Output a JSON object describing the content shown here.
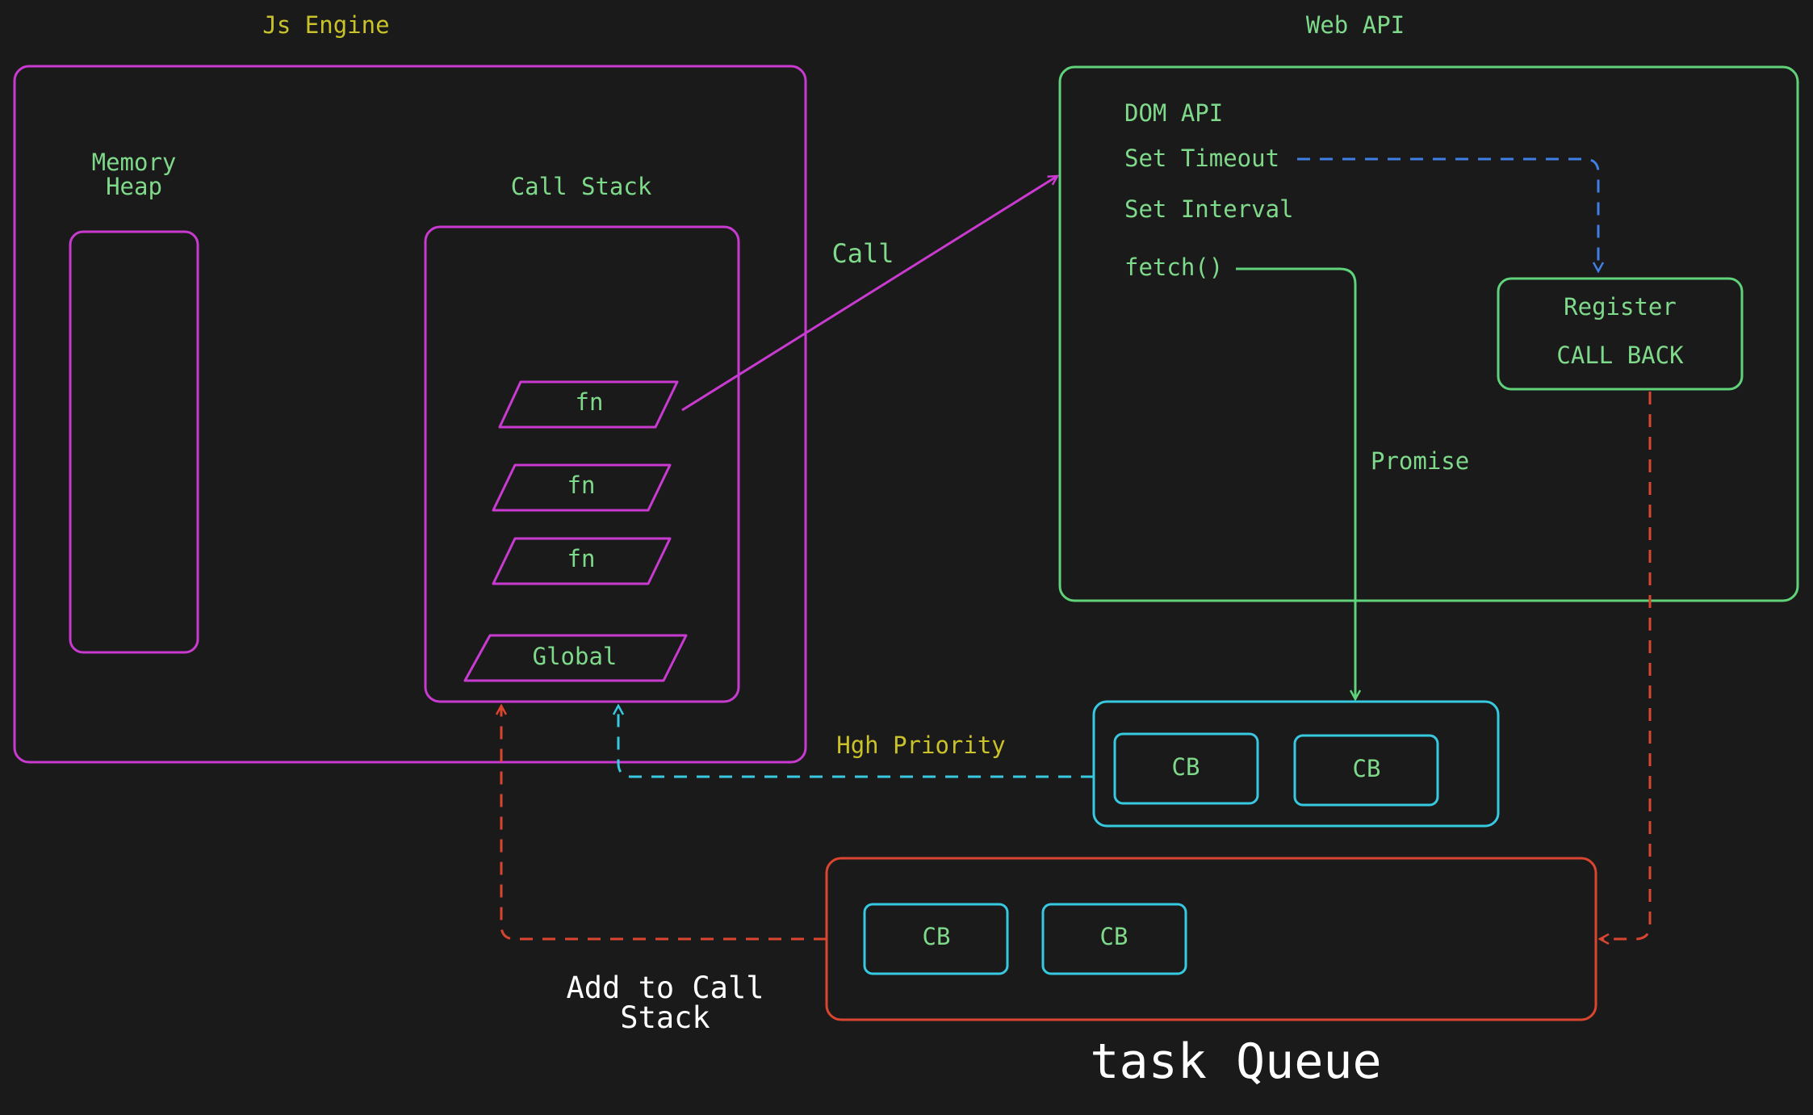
{
  "colors": {
    "background": "#1a1a1a",
    "engine_border": "#c93bd0",
    "webapi_border": "#5fd27a",
    "text_green": "#7fd98a",
    "text_yellow": "#c9c22a",
    "microtask_border": "#36c9e0",
    "taskqueue_border": "#d9452f",
    "setTimeout_arrow": "#3f7fe6",
    "white_text": "#ffffff"
  },
  "js_engine": {
    "title": "Js Engine",
    "memory_heap": {
      "label_line1": "Memory",
      "label_line2": "Heap"
    },
    "call_stack": {
      "label": "Call Stack",
      "frames": [
        "fn",
        "fn",
        "fn",
        "Global"
      ]
    }
  },
  "web_api": {
    "title": "Web API",
    "items": [
      "DOM API",
      "Set Timeout",
      "Set Interval",
      "fetch()"
    ],
    "register": {
      "line1": "Register",
      "line2": "CALL BACK"
    }
  },
  "call_label": "Call",
  "promise_label": "Promise",
  "high_priority_label": "Hgh Priority",
  "microtask_queue": {
    "items": [
      "CB",
      "CB"
    ]
  },
  "task_queue": {
    "title": "task Queue",
    "items": [
      "CB",
      "CB"
    ]
  },
  "add_to_call_stack": {
    "line1": "Add to Call",
    "line2": "Stack"
  }
}
